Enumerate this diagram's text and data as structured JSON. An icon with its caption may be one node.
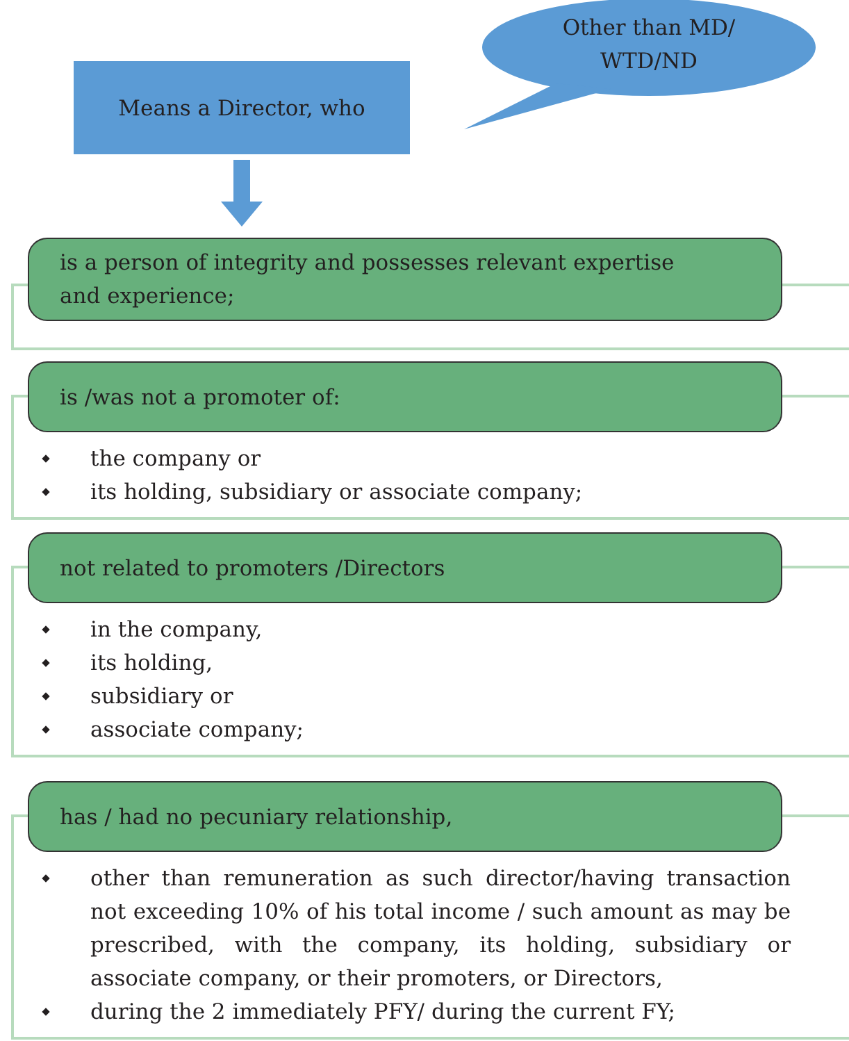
{
  "diagram": {
    "nodes": [
      {
        "text": [
          "Means a Director, who"
        ]
      },
      {
        "text": [
          "Other than MD/ WTD/ND"
        ]
      },
      {
        "text": [
          "is a person of integrity and possesses relevant expertise and experience;"
        ]
      },
      {
        "text": [
          "is /was not a promoter of:",
          "the company or",
          "its holding, subsidiary or associate company;"
        ]
      },
      {
        "text": [
          "not related to promoters /Directors",
          "in the company,",
          "its holding,",
          "subsidiary or",
          "associate company;"
        ]
      },
      {
        "text": [
          "has / had no pecuniary relationship,",
          "other than remuneration as such director/having transaction not exceeding 10% of his total income / such amount as may be prescribed, with the company, its holding, subsidiary or associate company, or their promoters, or Directors,",
          "during the 2 immediately PFY/ during the current FY;"
        ]
      }
    ],
    "edges": [
      {
        "from": 0,
        "to": 2,
        "arrow": "to"
      }
    ]
  }
}
